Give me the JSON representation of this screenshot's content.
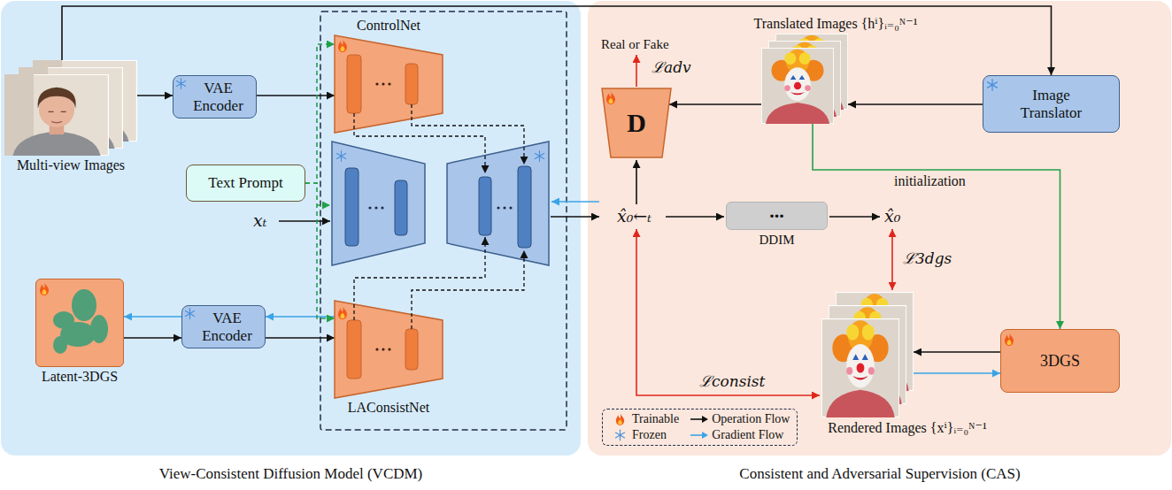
{
  "diagram": {
    "nodes": [
      {
        "text": [
          "View-Consistent Diffusion Model (VCDM)"
        ]
      },
      {
        "text": [
          "Multi-view Images"
        ],
        "in": 0
      },
      {
        "text": [
          "VAE Encoder"
        ],
        "in": 0
      },
      {
        "text": [
          "ControlNet"
        ],
        "in": 0
      },
      {
        "text": [
          "Text Prompt"
        ],
        "in": 0
      },
      {
        "text": [
          "Latent-3DGS"
        ],
        "in": 0
      },
      {
        "text": [
          "VAE Encoder"
        ],
        "in": 0
      },
      {
        "text": [
          "LAConsistNet"
        ],
        "in": 0
      },
      {
        "text": [
          "Consistent and Adversarial Supervision (CAS)"
        ]
      },
      {
        "text": [
          "D"
        ],
        "in": 8
      },
      {
        "text": [
          "Translated Images {hⁱ}ᵢ₌₀ᴺ⁻¹"
        ],
        "in": 8
      },
      {
        "text": [
          "Image Translator"
        ],
        "in": 8
      },
      {
        "text": [
          "...",
          "DDIM"
        ],
        "in": 8
      },
      {
        "text": [
          "Rendered Images {xⁱ}ᵢ₌₀ᴺ⁻¹"
        ],
        "in": 8
      },
      {
        "text": [
          "3DGS"
        ],
        "in": 8
      }
    ],
    "edges": [
      {
        "from": 1,
        "to": 2,
        "arrow": "to"
      },
      {
        "from": 2,
        "to": 3,
        "arrow": "to"
      },
      {
        "from": 1,
        "to": 11,
        "arrow": "to"
      },
      {
        "from": 11,
        "to": 10,
        "arrow": "to"
      },
      {
        "from": 10,
        "to": 9,
        "arrow": "to"
      },
      {
        "from": 10,
        "to": 14,
        "label": "initialization",
        "arrow": "to"
      },
      {
        "from": 14,
        "to": 13,
        "arrow": "to"
      },
      {
        "from": 13,
        "to": 14,
        "arrow": "to"
      },
      {
        "from": 5,
        "to": 6,
        "arrow": "to"
      },
      {
        "from": 6,
        "to": 5,
        "arrow": "to"
      },
      {
        "from": 6,
        "to": 7,
        "arrow": "to"
      },
      {
        "from": 7,
        "to": 6,
        "arrow": "to"
      },
      {
        "from": 4,
        "to": 3,
        "arrow": "to"
      },
      {
        "from": 4,
        "to": 7,
        "arrow": "to"
      }
    ],
    "labels": [
      "Real or Fake",
      "ℒadv",
      "xₜ",
      "x̂₀←ₜ",
      "x̂₀",
      "ℒ3dgs",
      "ℒconsist"
    ],
    "legend": [
      {
        "text": "Trainable"
      },
      {
        "text": "Operation Flow"
      },
      {
        "text": "Frozen"
      },
      {
        "text": "Gradient Flow"
      }
    ]
  }
}
